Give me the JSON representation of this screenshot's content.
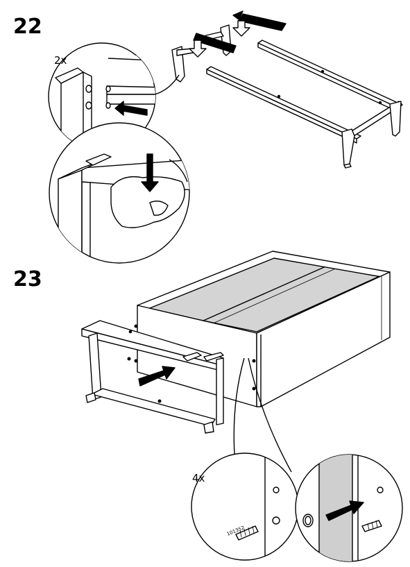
{
  "steps": [
    {
      "number": "22",
      "callouts": [
        {
          "quantity": "2x"
        }
      ]
    },
    {
      "number": "23",
      "callouts": [
        {
          "quantity": "4x",
          "part_number": "101352"
        }
      ]
    }
  ]
}
